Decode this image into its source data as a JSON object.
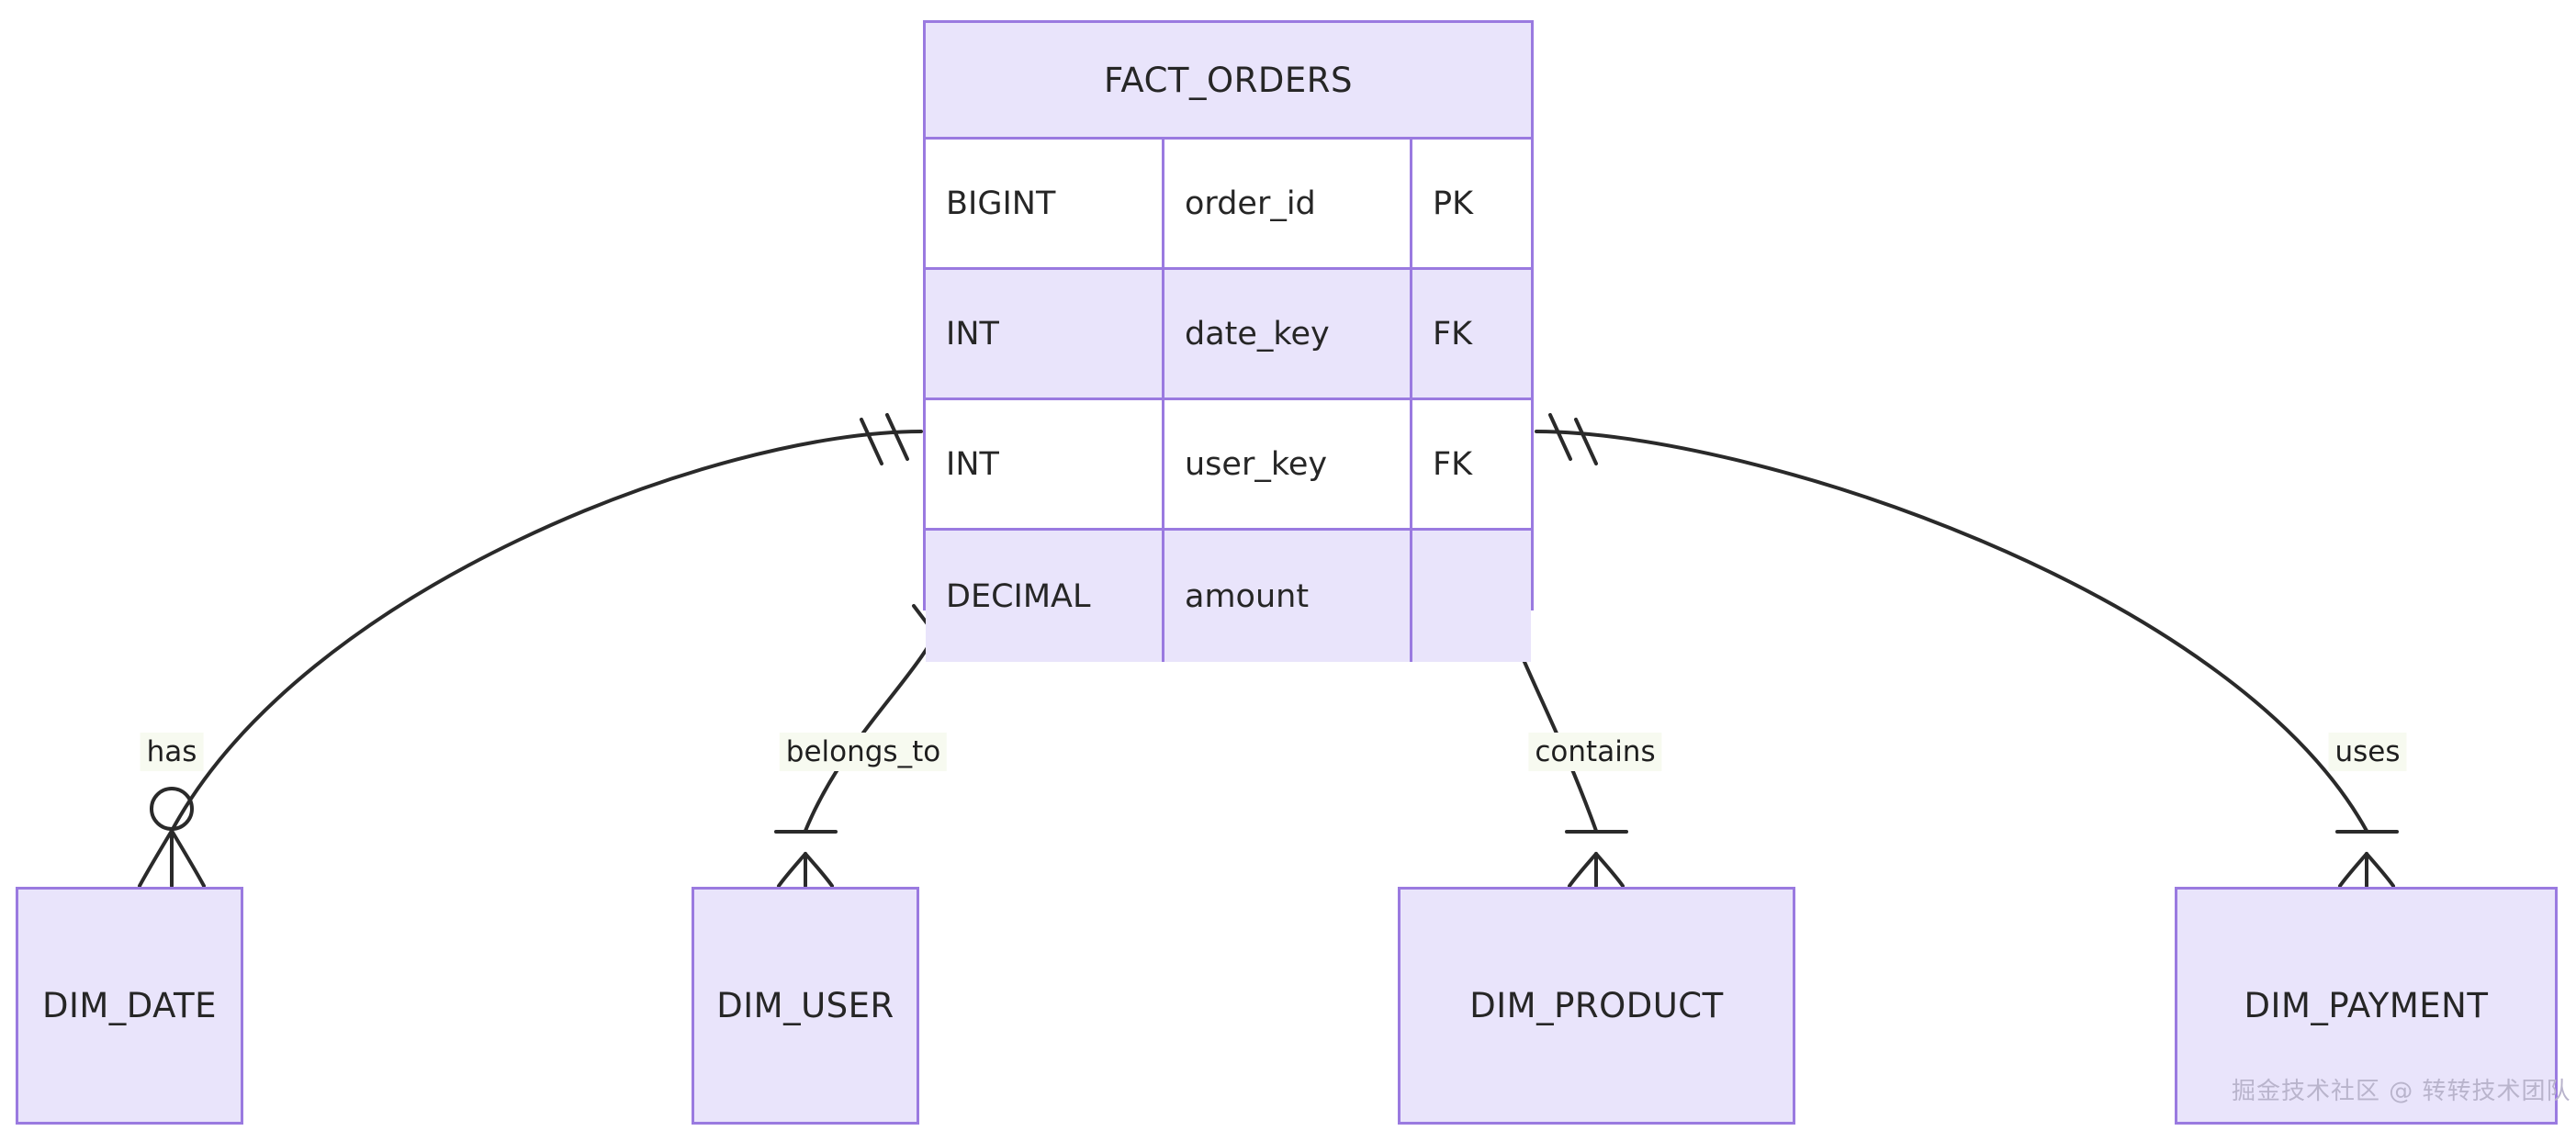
{
  "diagram": {
    "type": "er-diagram",
    "fact_table": {
      "name": "FACT_ORDERS",
      "columns": [
        {
          "type": "BIGINT",
          "name": "order_id",
          "key": "PK"
        },
        {
          "type": "INT",
          "name": "date_key",
          "key": "FK"
        },
        {
          "type": "INT",
          "name": "user_key",
          "key": "FK"
        },
        {
          "type": "DECIMAL",
          "name": "amount",
          "key": ""
        }
      ]
    },
    "dimension_tables": [
      {
        "name": "DIM_DATE"
      },
      {
        "name": "DIM_USER"
      },
      {
        "name": "DIM_PRODUCT"
      },
      {
        "name": "DIM_PAYMENT"
      }
    ],
    "relationships": [
      {
        "label": "has",
        "from": "FACT_ORDERS",
        "to": "DIM_DATE",
        "from_cardinality": "exactly-one",
        "to_cardinality": "zero-or-many"
      },
      {
        "label": "belongs_to",
        "from": "FACT_ORDERS",
        "to": "DIM_USER",
        "from_cardinality": "exactly-one",
        "to_cardinality": "one-or-many"
      },
      {
        "label": "contains",
        "from": "FACT_ORDERS",
        "to": "DIM_PRODUCT",
        "from_cardinality": "exactly-one",
        "to_cardinality": "one-or-many"
      },
      {
        "label": "uses",
        "from": "FACT_ORDERS",
        "to": "DIM_PAYMENT",
        "from_cardinality": "exactly-one",
        "to_cardinality": "one-or-many"
      }
    ],
    "colors": {
      "entity_border": "#9a7ae0",
      "entity_fill": "#e9e4fb",
      "row_alt_fill": "#ffffff",
      "text": "#262626",
      "link": "#2a2a2a",
      "label_bg": "#f7faf0",
      "canvas_bg": "#ffffff"
    }
  },
  "watermark": {
    "text": "掘金技术社区 @ 转转技术团队"
  }
}
